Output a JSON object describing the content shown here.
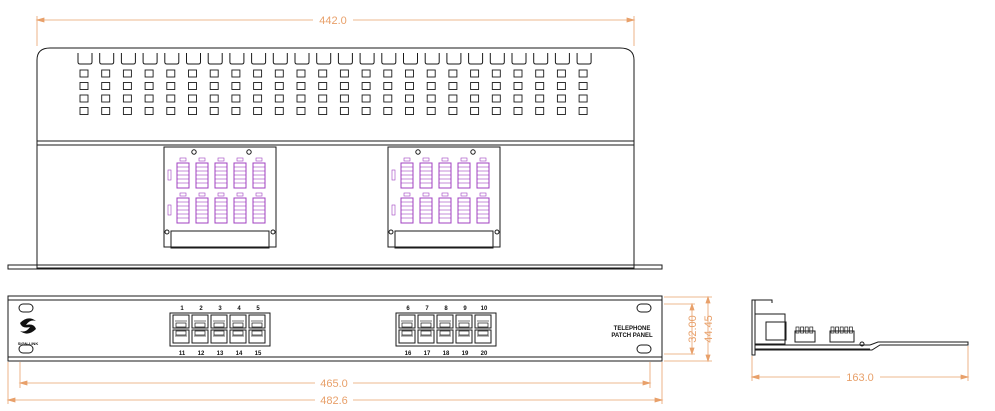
{
  "colors": {
    "outline": "#1a1a1a",
    "dimension": "#e8a06a",
    "connector": "#a040c0"
  },
  "dimensions": {
    "top_width": "442.0",
    "front_inner_width": "465.0",
    "front_total_width": "482.6",
    "front_inner_height": "32.00",
    "front_total_height": "44.45",
    "side_depth": "163.0"
  },
  "front_panel": {
    "ports_top_left": [
      "1",
      "2",
      "3",
      "4",
      "5"
    ],
    "ports_bottom_left": [
      "11",
      "12",
      "13",
      "14",
      "15"
    ],
    "ports_top_right": [
      "6",
      "7",
      "8",
      "9",
      "10"
    ],
    "ports_bottom_right": [
      "16",
      "17",
      "18",
      "19",
      "20"
    ],
    "label_line1": "TELEPHONE",
    "label_line2": "PATCH PANEL",
    "logo_text": "SIGN-LINK",
    "logo_icon": "swirl-logo-icon"
  }
}
